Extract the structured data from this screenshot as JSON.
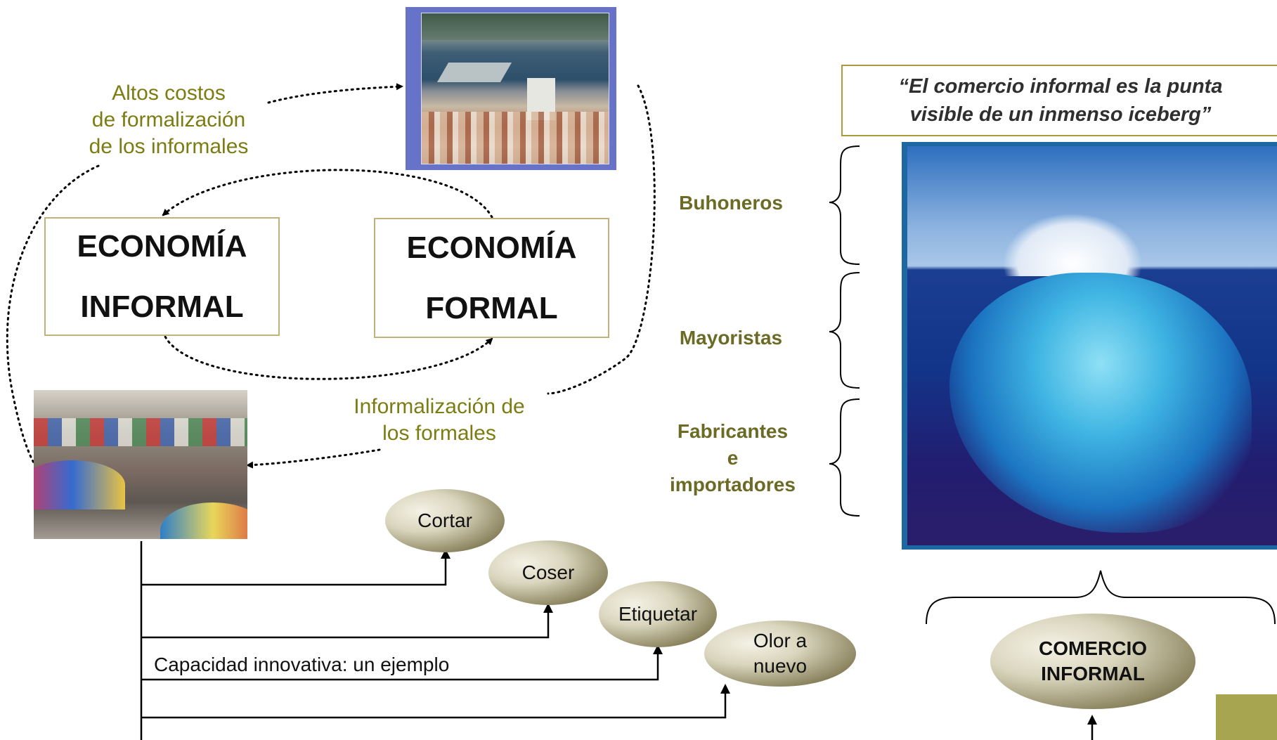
{
  "left_diagram": {
    "high_costs_label": [
      "Altos costos",
      "de formalización",
      "de los informales"
    ],
    "informal_box": [
      "ECONOMÍA",
      "INFORMAL"
    ],
    "formal_box": [
      "ECONOMÍA",
      "FORMAL"
    ],
    "informalization_label": [
      "Informalización de",
      "los formales"
    ],
    "port_photo": "port-city-photo",
    "market_photo": "street-market-photo"
  },
  "innovation": {
    "caption": "Capacidad innovativa: un ejemplo",
    "steps": [
      "Cortar",
      "Coser",
      "Etiquetar",
      "Olor a nuevo"
    ],
    "step_lines": {
      "olor": [
        "Olor a",
        "nuevo"
      ]
    }
  },
  "iceberg": {
    "quote": [
      "“El comercio informal es la punta",
      "visible de un inmenso iceberg”"
    ],
    "levels": [
      "Buhoneros",
      "Mayoristas",
      "Fabricantes e importadores"
    ],
    "level3_lines": [
      "Fabricantes",
      "e",
      "importadores"
    ],
    "comercio_informal": [
      "COMERCIO",
      "INFORMAL"
    ],
    "iceberg_photo": "iceberg-photo"
  },
  "colors": {
    "olive": "#7c7c12",
    "olive_dark": "#6b6b25",
    "box_border": "#c2b27a",
    "corner_accent": "#a7a54f"
  }
}
